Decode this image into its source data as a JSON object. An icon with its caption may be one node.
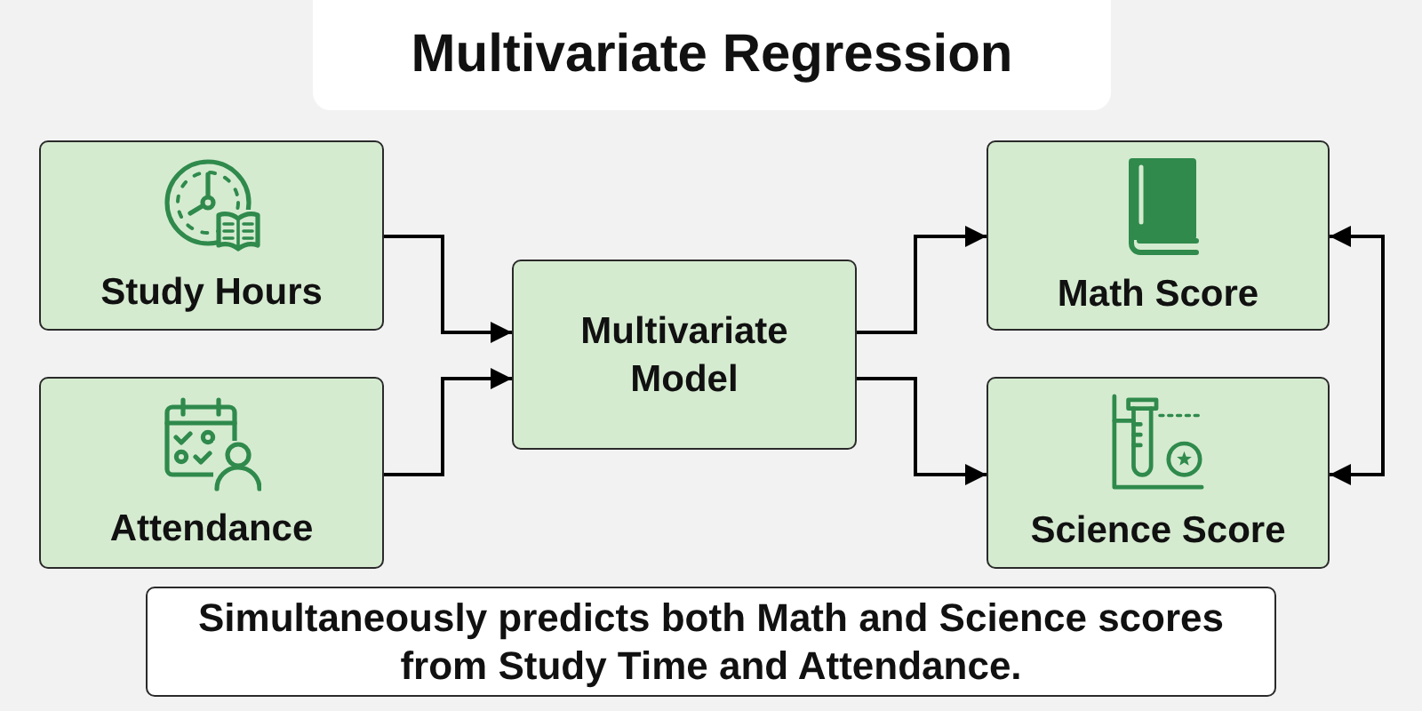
{
  "diagram": {
    "title": "Multivariate Regression",
    "caption": "Simultaneously predicts both Math and Science scores from Study Time and Attendance.",
    "nodes": [
      {
        "text": [
          "Study Hours"
        ]
      },
      {
        "text": [
          "Attendance"
        ]
      },
      {
        "text": [
          "Multivariate Model"
        ]
      },
      {
        "text": [
          "Math Score"
        ]
      },
      {
        "text": [
          "Science Score"
        ]
      }
    ],
    "edges": [
      {
        "from": 0,
        "to": 2,
        "arrow": "to"
      },
      {
        "from": 1,
        "to": 2,
        "arrow": "to"
      },
      {
        "from": 2,
        "to": 3,
        "arrow": "to"
      },
      {
        "from": 2,
        "to": 4,
        "arrow": "to"
      },
      {
        "from": 3,
        "to": 4,
        "arrow": "both"
      }
    ]
  }
}
